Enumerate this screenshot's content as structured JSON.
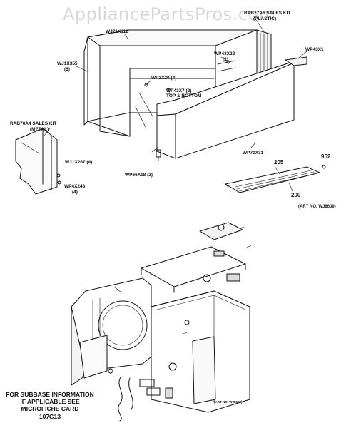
{
  "watermark": "AppliancePartsPros.com",
  "labels": {
    "rab_plastic_1": "RAB77A6 SALES KIT",
    "rab_plastic_2": "(PLASTIC)",
    "wj71x112": "WJ71X112",
    "wj1x355": "WJ1X355",
    "wj1x355_qty": "(6)",
    "wp43x22": "WP43X22",
    "wp43x22_qty": "(2)",
    "wp43x1": "WP43X1",
    "wp2x20": "WP2X20 (4)",
    "wp43x7_1": "WP43X7 (2)",
    "wp43x7_2": "TOP & BOTTOM",
    "rab70a4_1": "RAB70A4 SALES KIT",
    "rab70a4_2": "(METAL)",
    "wj1x267": "WJ1X267 (4)",
    "wp4x248": "WP4X248",
    "wp4x248_qty": "(4)",
    "wp66x18": "WP66X18 (2)",
    "wp70x31": "WP70X31",
    "n952": "952",
    "n205": "205",
    "n200": "200",
    "art_no_top": "(ART NO. WJ8609)",
    "art_no_bottom": "(ART NO. WJ8608)"
  },
  "note": {
    "line1": "FOR SUBBASE INFORMATION",
    "line2": "IF APPLICABLE SEE",
    "line3": "MICROFICHE CARD",
    "line4": "107G13"
  }
}
